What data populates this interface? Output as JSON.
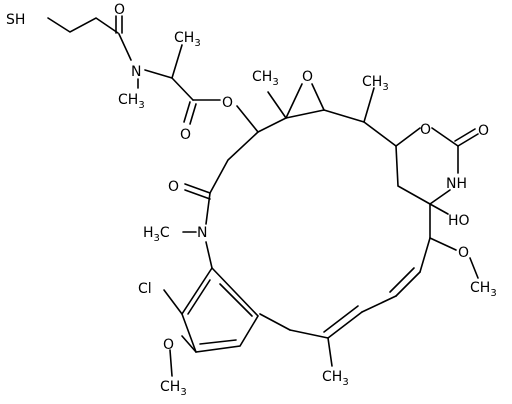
{
  "structure": {
    "colors": {
      "bond": "#000000",
      "atom_label": "#000000",
      "background": "#ffffff"
    },
    "labels": {
      "thiol": "SH",
      "amide_o_top": "O",
      "amide_n": "N",
      "amide_n_methyl": "CH",
      "amide_n_methyl_sub": "3",
      "alpha_methyl": "CH",
      "alpha_methyl_sub": "3",
      "ester_o_carbonyl": "O",
      "ester_o_link": "O",
      "epoxide_methyl": "CH",
      "epoxide_methyl_sub": "3",
      "epoxide_o": "O",
      "ring_methyl_top": "CH",
      "ring_methyl_top_sub": "3",
      "carbamate_o_ring": "O",
      "carbamate_o_carbonyl": "O",
      "carbamate_nh": "NH",
      "hydroxyl": "HO",
      "lactam_o": "O",
      "lactam_n_methyl": "H",
      "lactam_n_methyl_sub": "3",
      "lactam_n_methyl_c": "C",
      "lactam_n": "N",
      "methoxy_right_o": "O",
      "methoxy_right_ch3": "CH",
      "methoxy_right_ch3_sub": "3",
      "chloro": "Cl",
      "methoxy_left_o": "O",
      "methoxy_left_ch3": "CH",
      "methoxy_left_ch3_sub": "3",
      "ring_methyl_bottom": "CH",
      "ring_methyl_bottom_sub": "3"
    }
  }
}
